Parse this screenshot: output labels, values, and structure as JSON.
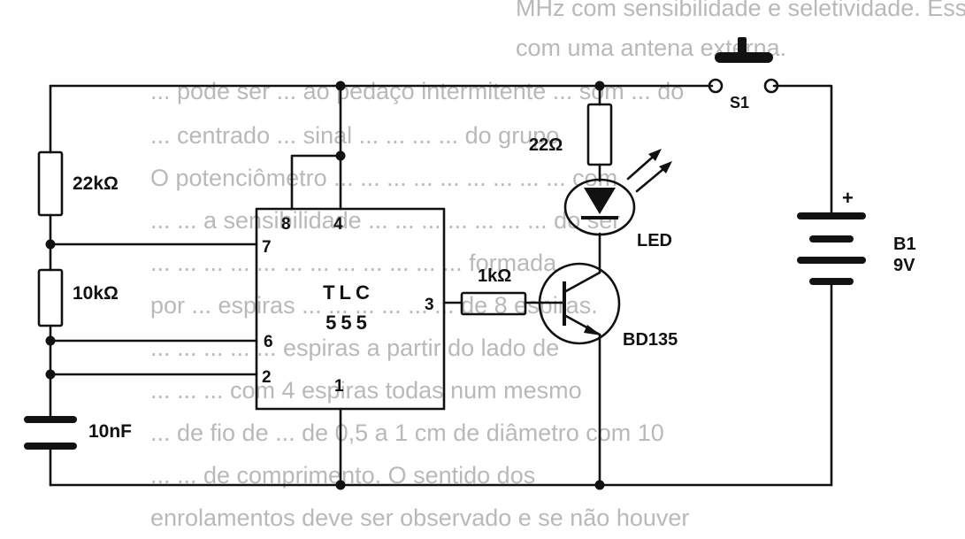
{
  "background_text": [
    "MHz com sensibilidade e seletividade. Esse",
    "com uma antena externa.",
    "... pode ser ... ao pedaço intermitente ... som ... do",
    "... centrado ... sinal ... ... ... ... do grupo",
    "O potenciômetro ... ... ... ... ... ... ... ... ... com",
    "... ... a sensibilidade ... ... ... ... ... ... ... do ser",
    "... ... ... ... ... ... ... ... ... ... ... ... formada",
    "por ... espiras ... ... ... ... ... ... de 8 espiras.",
    "... ... ... ... ... espiras a partir do lado de",
    "... ... ... com 4 espiras todas num mesmo",
    "... de fio de ... de 0,5 a 1 cm de diâmetro com 10",
    "... ... de comprimento. O sentido dos",
    "enrolamentos deve ser observado e se não houver"
  ],
  "components": {
    "r1": "22kΩ",
    "r2": "10kΩ",
    "c1": "10nF",
    "ic_line1": "TLC",
    "ic_line2": "555",
    "pin8": "8",
    "pin4": "4",
    "pin7": "7",
    "pin6": "6",
    "pin2": "2",
    "pin1": "1",
    "pin3": "3",
    "r3": "1kΩ",
    "r4": "22Ω",
    "led": "LED",
    "transistor": "BD135",
    "switch": "S1",
    "battery_name": "B1",
    "battery_value": "9V",
    "battery_plus": "+"
  }
}
